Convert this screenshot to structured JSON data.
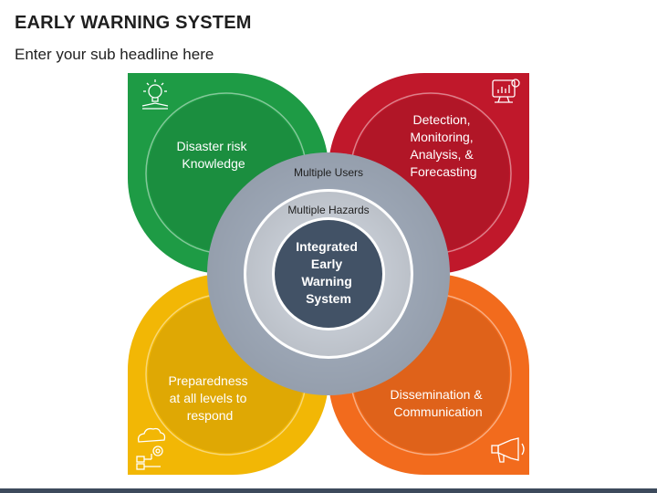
{
  "title": "EARLY WARNING SYSTEM",
  "subtitle": "Enter your sub headline here",
  "petals": [
    {
      "lines": [
        "Disaster risk",
        "Knowledge"
      ],
      "icon": "lightbulb-book-icon",
      "color": "#1e9b45"
    },
    {
      "lines": [
        "Detection,",
        "Monitoring,",
        "Analysis, &",
        "Forecasting"
      ],
      "icon": "monitor-analytics-icon",
      "color": "#c0182b"
    },
    {
      "lines": [
        "Preparedness",
        "at all levels to",
        "respond"
      ],
      "icon": "network-gear-icon",
      "color": "#f2b705"
    },
    {
      "lines": [
        "Dissemination &",
        "Communication"
      ],
      "icon": "megaphone-icon",
      "color": "#f26b1d"
    }
  ],
  "rings": {
    "outer": "Multiple Users",
    "inner": "Multiple Hazards"
  },
  "center": {
    "lines": [
      "Integrated",
      "Early",
      "Warning",
      "System"
    ],
    "color": "#425266"
  }
}
